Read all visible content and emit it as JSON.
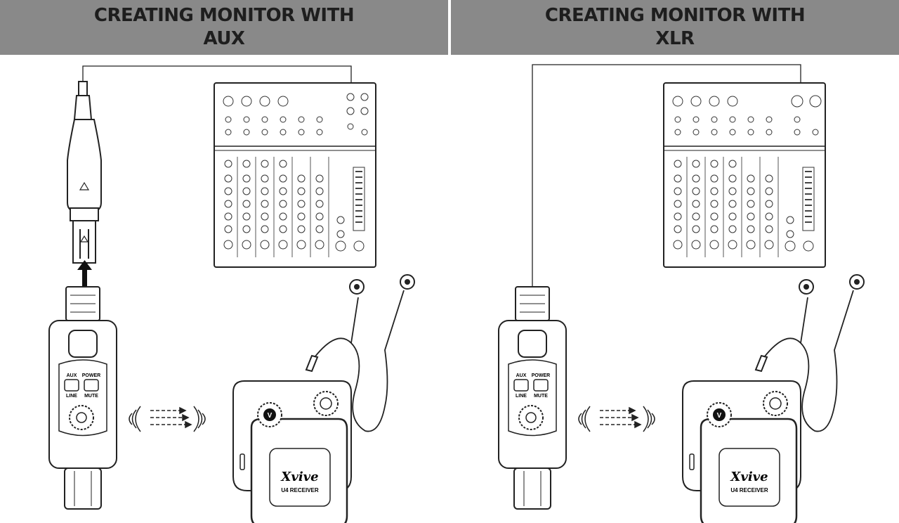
{
  "panels": {
    "aux": {
      "title_line1": "CREATING MONITOR WITH",
      "title_line2": "AUX"
    },
    "xlr": {
      "title_line1": "CREATING MONITOR WITH",
      "title_line2": "XLR"
    }
  },
  "transmitter": {
    "button_labels": [
      "AUX",
      "POWER",
      "LINE",
      "MUTE"
    ]
  },
  "receiver": {
    "brand": "Xvive",
    "model": "U4 RECEIVER"
  }
}
